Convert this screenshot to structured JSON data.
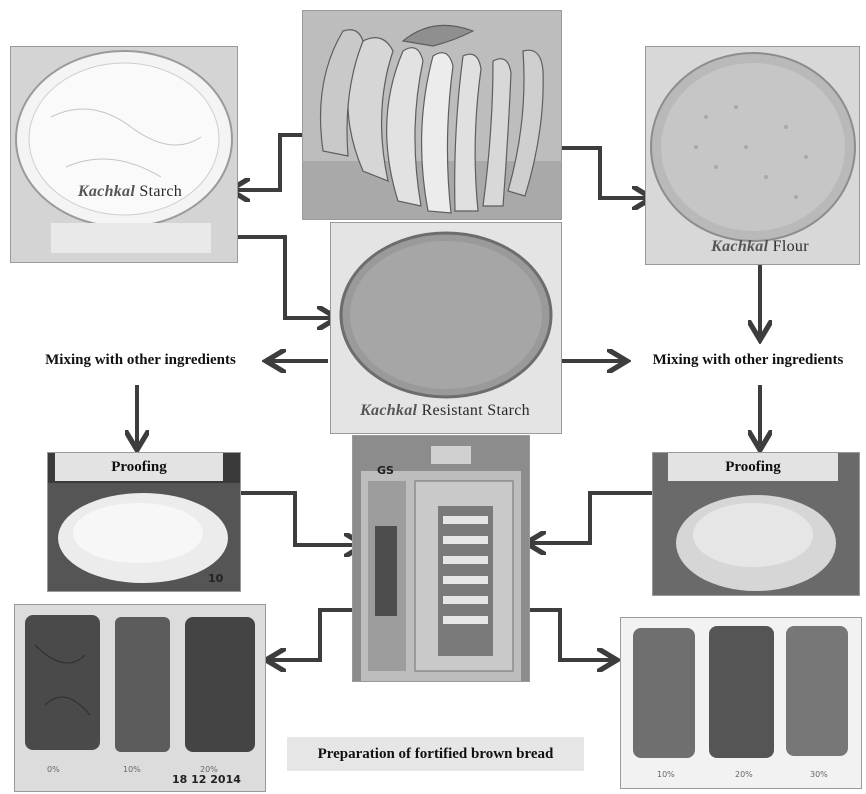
{
  "labels": {
    "starch_prefix": "Kachkal",
    "starch_suffix": " Starch",
    "flour_prefix": "Kachkal",
    "flour_suffix": " Flour",
    "rs_prefix": "Kachkal",
    "rs_suffix": " Resistant Starch",
    "mixing_left": "Mixing with other ingredients",
    "mixing_right": "Mixing with other ingredients",
    "proofing_left": "Proofing",
    "proofing_right": "Proofing",
    "oven_sign": "GS",
    "caption": "Preparation of fortified brown bread",
    "dough_mark": "10",
    "date_stamp": "18 12 2014",
    "left_bread_labels": [
      "0%",
      "10%",
      "20%"
    ],
    "right_bread_labels": [
      "10%",
      "20%",
      "30%"
    ]
  },
  "colors": {
    "arrow": "#3d3d3d",
    "label_box": "#e3e3e3",
    "caption_box": "#e6e6e6"
  }
}
